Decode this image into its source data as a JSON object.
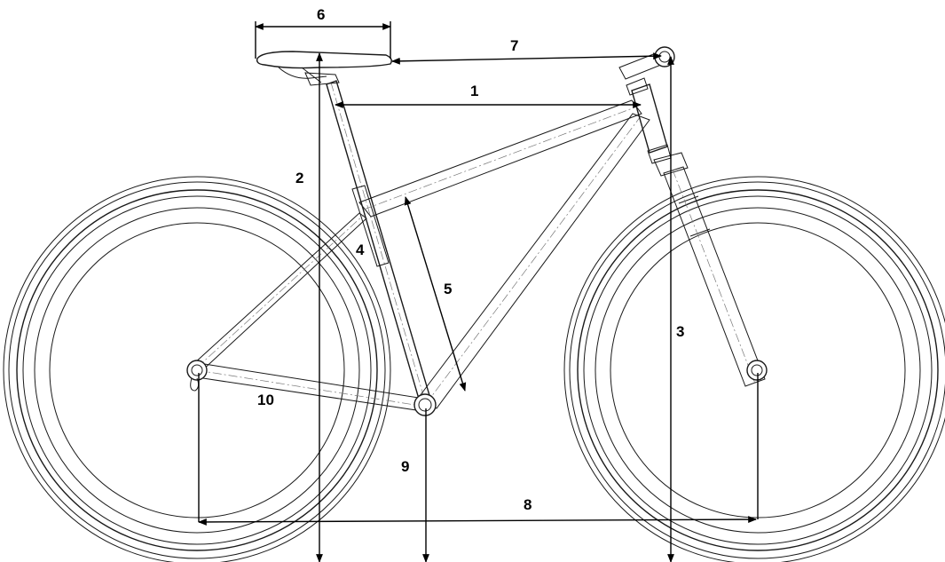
{
  "labels": {
    "top_tube": "1",
    "stack_left": "2",
    "stack_right": "3",
    "seat_tube_angle": "4",
    "seat_tube": "5",
    "saddle": "6",
    "reach": "7",
    "wheelbase": "8",
    "bb_drop": "9",
    "chainstay": "10"
  }
}
